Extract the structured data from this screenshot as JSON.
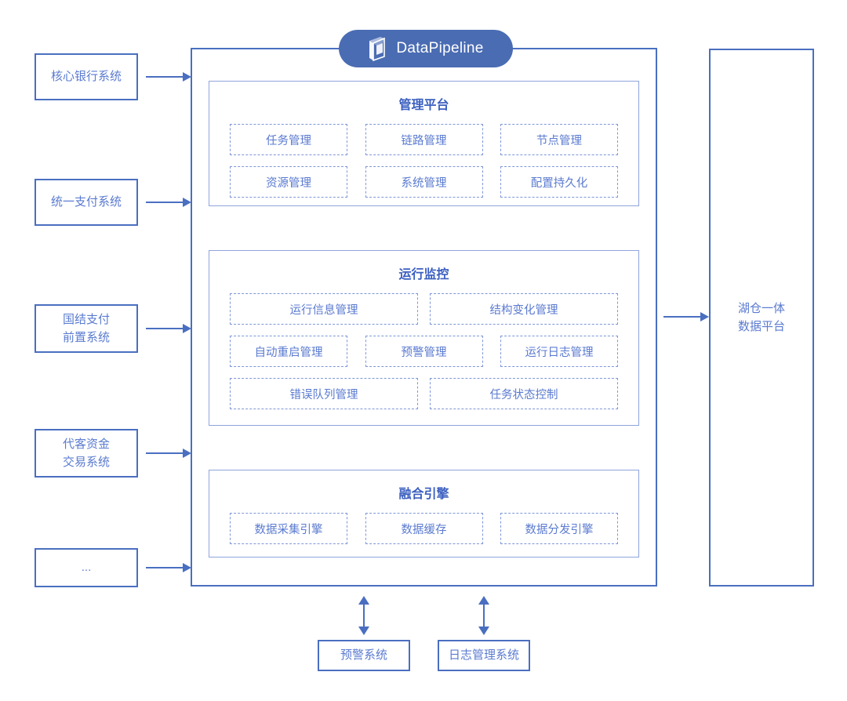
{
  "logo": {
    "text": "DataPipeline",
    "mark": "datapipeline-cube-logo"
  },
  "sources": [
    {
      "lines": [
        "核心银行系统"
      ]
    },
    {
      "lines": [
        "统一支付系统"
      ]
    },
    {
      "lines": [
        "国结支付",
        "前置系统"
      ]
    },
    {
      "lines": [
        "代客资金",
        "交易系统"
      ]
    },
    {
      "lines": [
        "..."
      ]
    }
  ],
  "sections": [
    {
      "title": "管理平台",
      "rows": [
        [
          "任务管理",
          "链路管理",
          "节点管理"
        ],
        [
          "资源管理",
          "系统管理",
          "配置持久化"
        ]
      ]
    },
    {
      "title": "运行监控",
      "rows": [
        [
          "运行信息管理",
          "结构变化管理"
        ],
        [
          "自动重启管理",
          "预警管理",
          "运行日志管理"
        ],
        [
          "错误队列管理",
          "任务状态控制"
        ]
      ]
    },
    {
      "title": "融合引擎",
      "rows": [
        [
          "数据采集引擎",
          "数据缓存",
          "数据分发引擎"
        ]
      ]
    }
  ],
  "target_platform": {
    "lines": [
      "湖仓一体",
      "数据平台"
    ]
  },
  "bottom_systems": [
    {
      "label": "预警系统"
    },
    {
      "label": "日志管理系统"
    }
  ],
  "colors": {
    "brand_blue": "#4a6cb3",
    "border_blue": "#4a6fc0",
    "text_blue": "#5b7bd0",
    "title_blue": "#3b5fc0",
    "dashed_blue": "#7f97d8",
    "section_border": "#8fa4dd",
    "background": "#ffffff"
  }
}
